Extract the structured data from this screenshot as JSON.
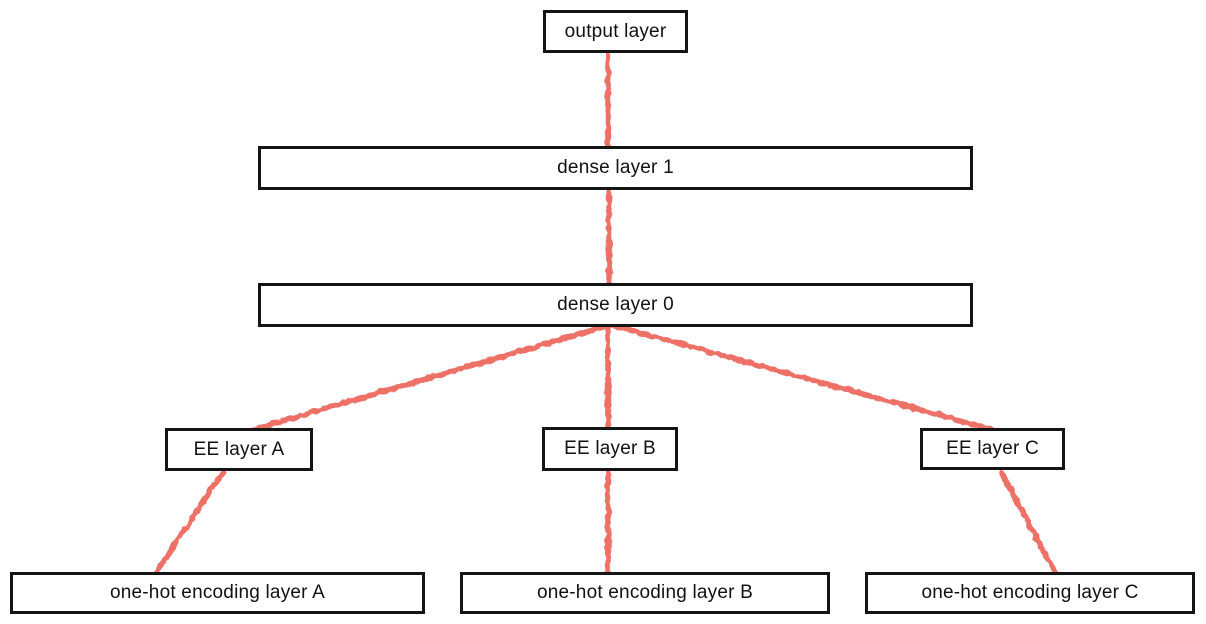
{
  "diagram": {
    "kind": "neural-network-layer-diagram",
    "colors": {
      "edge": "#ee6a5f",
      "box_border": "#151515",
      "box_background": "#ffffff",
      "label_text": "#111111"
    },
    "nodes": [
      {
        "id": "output-layer",
        "label": "output layer"
      },
      {
        "id": "dense-layer-1",
        "label": "dense layer 1"
      },
      {
        "id": "dense-layer-0",
        "label": "dense layer 0"
      },
      {
        "id": "ee-layer-a",
        "label": "EE layer A"
      },
      {
        "id": "ee-layer-b",
        "label": "EE layer B"
      },
      {
        "id": "ee-layer-c",
        "label": "EE layer C"
      },
      {
        "id": "one-hot-encoding-layer-a",
        "label": "one-hot encoding layer A"
      },
      {
        "id": "one-hot-encoding-layer-b",
        "label": "one-hot encoding layer B"
      },
      {
        "id": "one-hot-encoding-layer-c",
        "label": "one-hot encoding layer C"
      }
    ],
    "edges": [
      {
        "from": "output-layer",
        "to": "dense-layer-1"
      },
      {
        "from": "dense-layer-1",
        "to": "dense-layer-0"
      },
      {
        "from": "dense-layer-0",
        "to": "ee-layer-a"
      },
      {
        "from": "dense-layer-0",
        "to": "ee-layer-b"
      },
      {
        "from": "dense-layer-0",
        "to": "ee-layer-c"
      },
      {
        "from": "ee-layer-a",
        "to": "one-hot-encoding-layer-a"
      },
      {
        "from": "ee-layer-b",
        "to": "one-hot-encoding-layer-b"
      },
      {
        "from": "ee-layer-c",
        "to": "one-hot-encoding-layer-c"
      }
    ]
  }
}
